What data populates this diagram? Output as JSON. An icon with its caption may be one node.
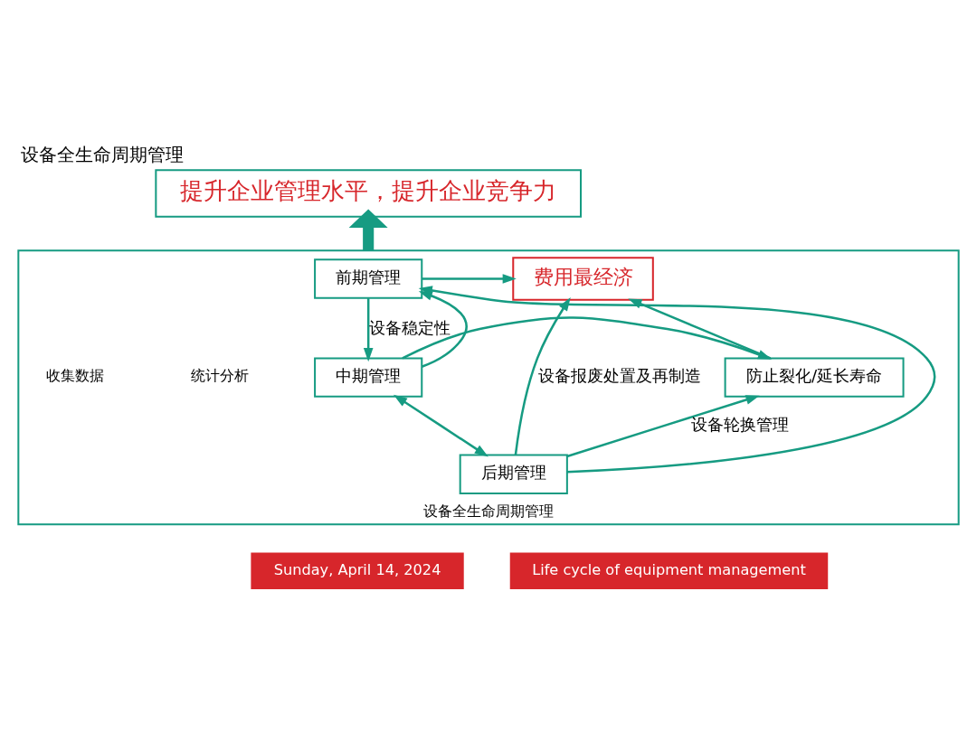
{
  "diagram": {
    "title": "设备全生命周期管理",
    "nodes": [
      {
        "text": [
          "提升企业管理水平，提升企业竞争力"
        ]
      },
      {
        "text": [
          "设备全生命周期管理"
        ]
      },
      {
        "text": [
          "前期管理"
        ],
        "in": 1
      },
      {
        "text": [
          "费用最经济"
        ],
        "in": 1
      },
      {
        "text": [
          "中期管理"
        ],
        "in": 1
      },
      {
        "text": [
          "防止裂化/延长寿命"
        ],
        "in": 1
      },
      {
        "text": [
          "后期管理"
        ],
        "in": 1
      }
    ],
    "edges": [
      {
        "from": 1,
        "to": 0,
        "arrow": "to",
        "style": "thick"
      },
      {
        "from": 2,
        "to": 3,
        "arrow": "to"
      },
      {
        "from": 2,
        "to": 4,
        "arrow": "to",
        "label": "设备稳定性"
      },
      {
        "from": 4,
        "to": 5,
        "arrow": "to"
      },
      {
        "from": 5,
        "to": 3,
        "arrow": "to"
      },
      {
        "from": 4,
        "to": 6,
        "arrow": "both"
      },
      {
        "from": 6,
        "to": 5,
        "arrow": "to",
        "label": "设备轮换管理"
      },
      {
        "from": 6,
        "to": 3,
        "arrow": "to",
        "label": "设备报废处置及再制造"
      },
      {
        "from": 4,
        "to": 2,
        "arrow": "to"
      },
      {
        "from": 6,
        "to": 2,
        "arrow": "to"
      }
    ],
    "labels": [
      "统计分析",
      "收集数据",
      "Sunday, April 14, 2024",
      "Life cycle of equipment management"
    ]
  }
}
